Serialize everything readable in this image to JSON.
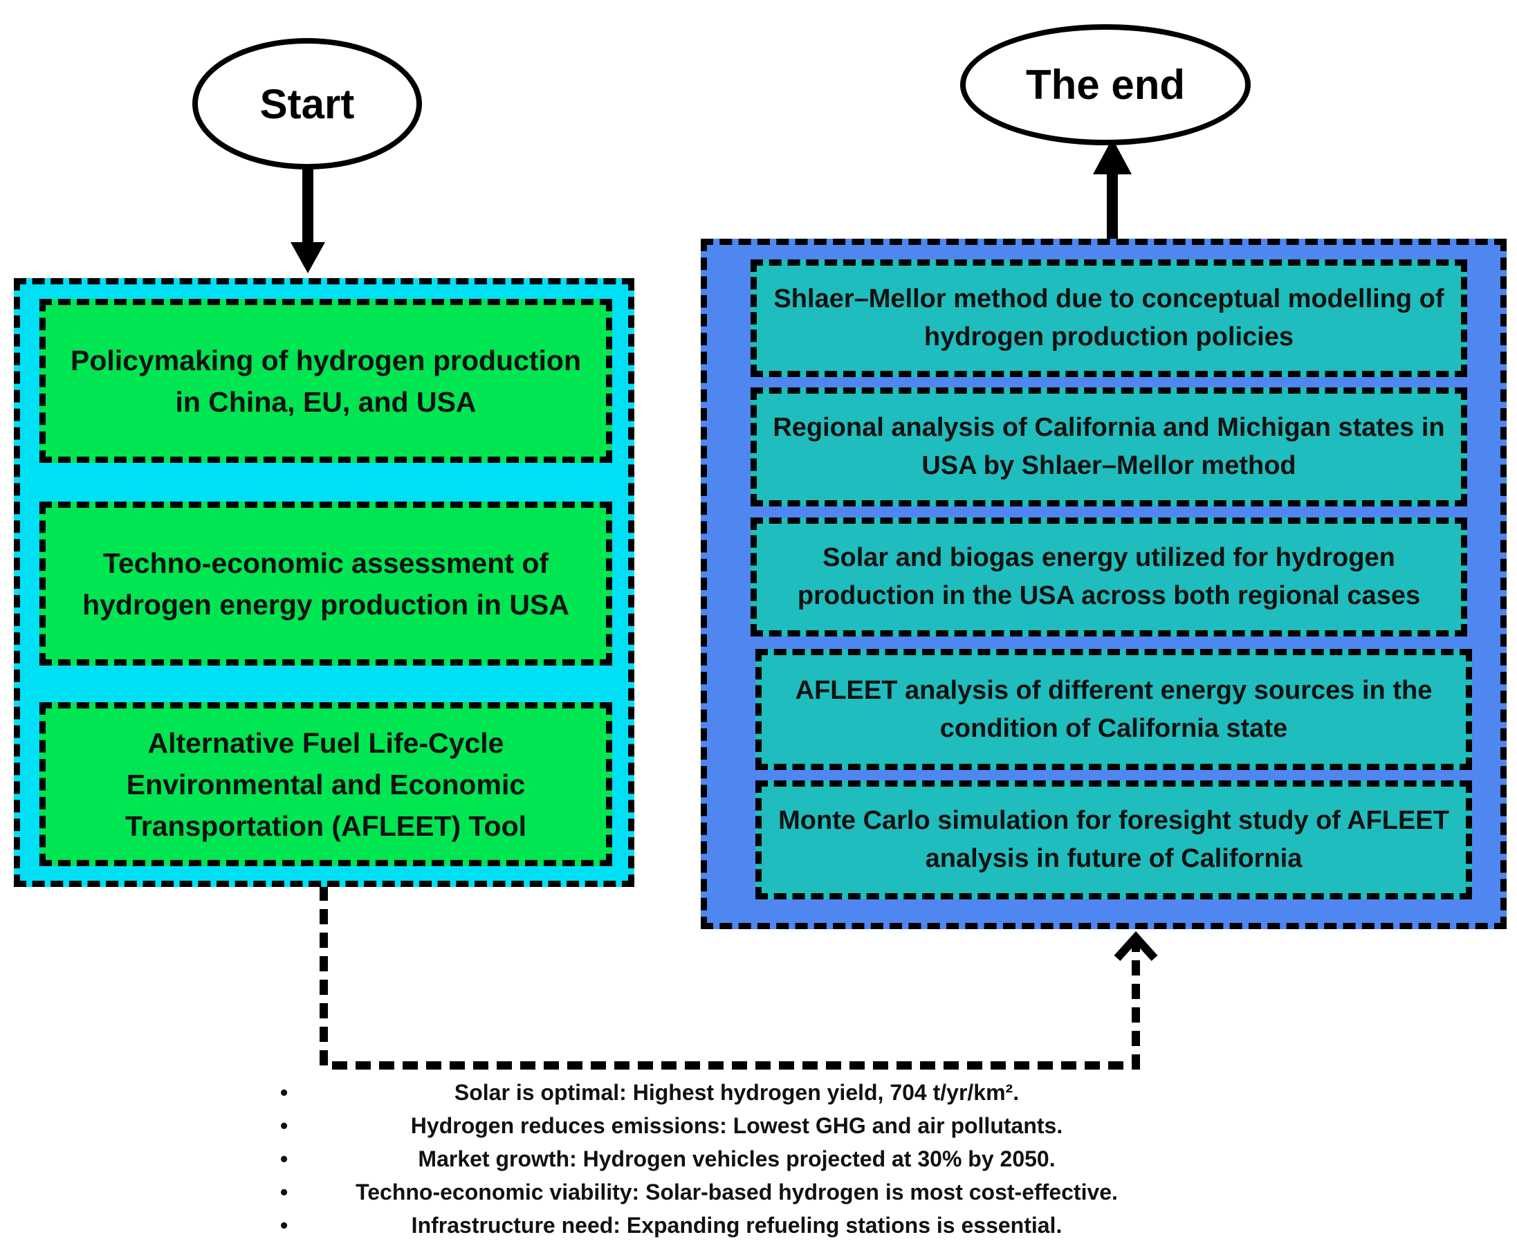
{
  "start_label": "Start",
  "end_label": "The end",
  "left_steps": [
    "Policymaking of hydrogen production in China, EU, and USA",
    "Techno-economic assessment of hydrogen energy production in USA",
    "Alternative Fuel Life-Cycle Environmental and Economic Transportation (AFLEET) Tool"
  ],
  "right_steps": [
    "Shlaer–Mellor method due to conceptual modelling of hydrogen production policies",
    "Regional analysis of California and Michigan states in USA by Shlaer–Mellor method",
    "Solar and biogas energy utilized for hydrogen production in the USA across both regional cases",
    "AFLEET analysis of different energy sources in the condition of California state",
    "Monte Carlo simulation for foresight study of AFLEET analysis in future of California"
  ],
  "findings": [
    "Solar is optimal: Highest hydrogen yield, 704 t/yr/km².",
    "Hydrogen reduces emissions: Lowest GHG and air pollutants.",
    "Market growth: Hydrogen vehicles projected at 30% by 2050.",
    "Techno-economic viability: Solar-based hydrogen is most cost-effective.",
    "Infrastructure need: Expanding refueling stations is essential."
  ],
  "bullet_char": "•",
  "colors": {
    "left_outer": "#00e0f5",
    "left_inner": "#00e552",
    "right_outer": "#4f86f0",
    "right_inner": "#1fbdbd"
  }
}
